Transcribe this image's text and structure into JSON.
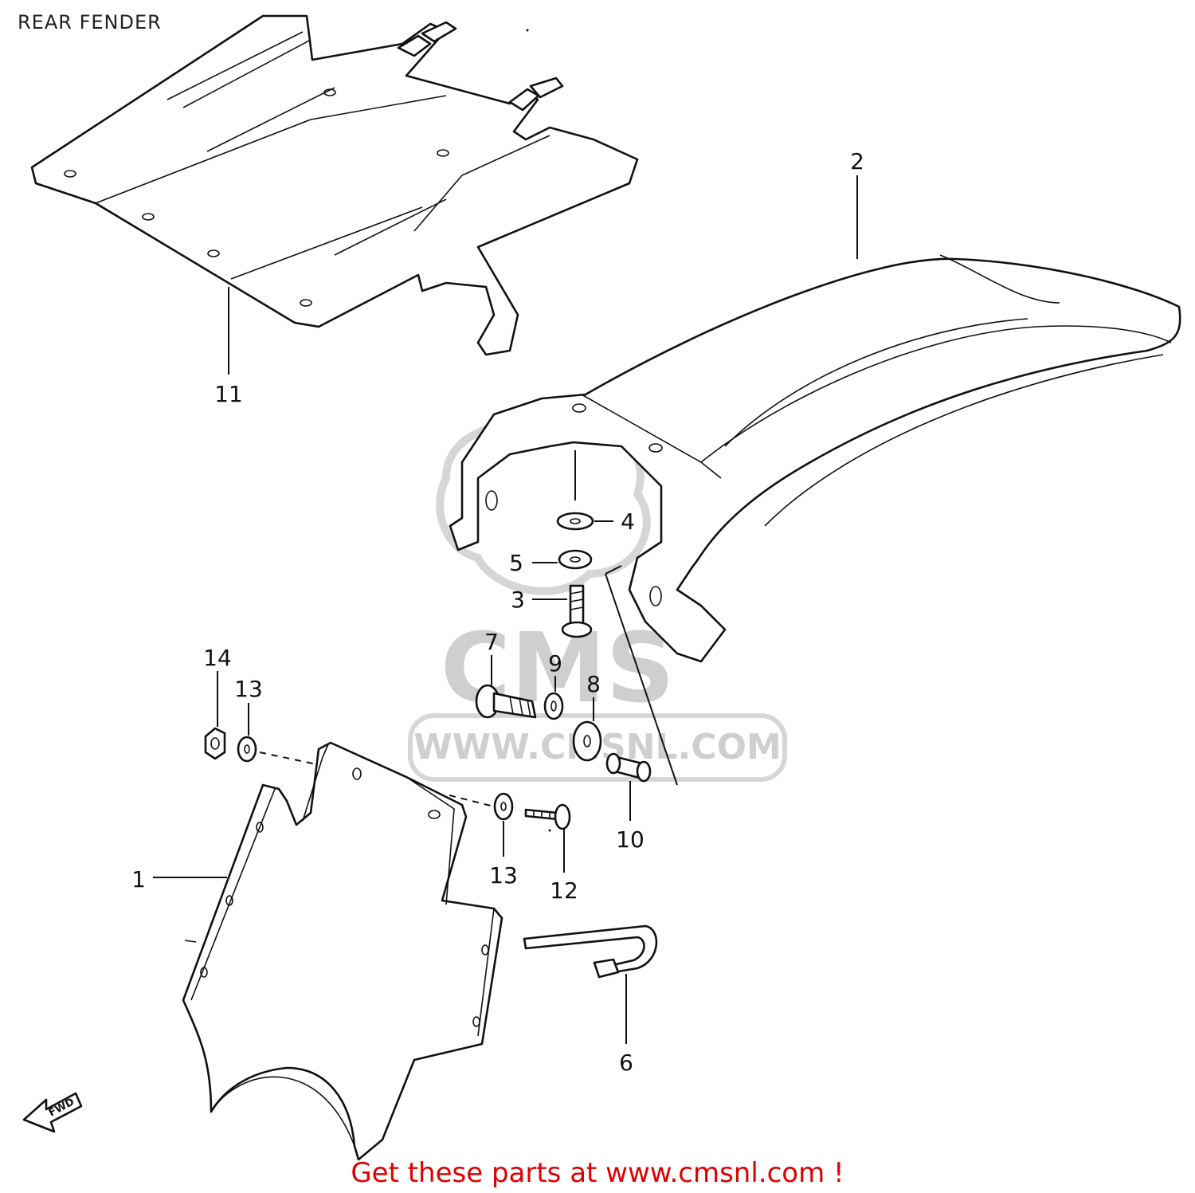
{
  "title": "REAR FENDER",
  "footer": "Get these parts at www.cmsnl.com !",
  "watermark": {
    "brand": "CMS",
    "url": "WWW.CMSNL.COM"
  },
  "fwd_label": "FWD",
  "callouts": {
    "c1": "1",
    "c2": "2",
    "c3": "3",
    "c4": "4",
    "c5": "5",
    "c6": "6",
    "c7": "7",
    "c8": "8",
    "c9": "9",
    "c10": "10",
    "c11": "11",
    "c12": "12",
    "c13a": "13",
    "c13b": "13",
    "c14": "14"
  },
  "colors": {
    "footer_text": "#e00000",
    "watermark": "#cfcfcf",
    "line": "#111111"
  }
}
